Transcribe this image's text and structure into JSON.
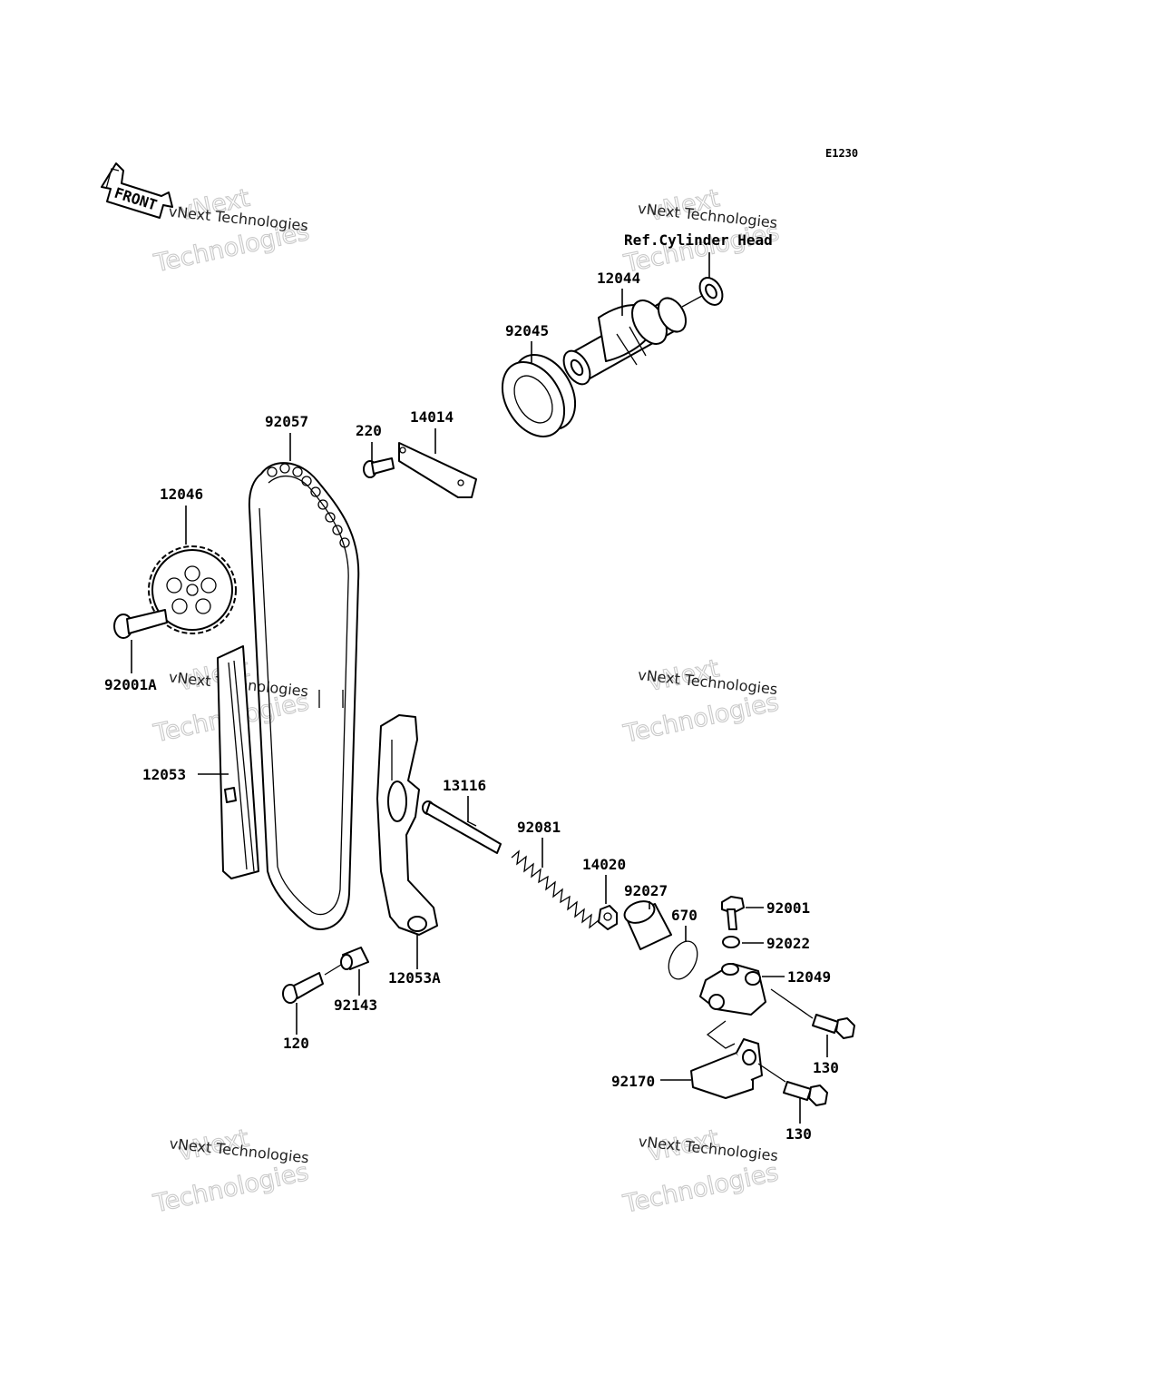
{
  "diagram": {
    "code": "E1230",
    "front_label": "FRONT",
    "ref_note": "Ref.Cylinder Head",
    "watermark": {
      "line1": "vNext",
      "line2": "vNext Technologies",
      "line3": "Technologies"
    },
    "callouts": {
      "p12044": "12044",
      "p92045": "92045",
      "p92057": "92057",
      "p220": "220",
      "p14014": "14014",
      "p12046": "12046",
      "p92001A": "92001A",
      "p12053": "12053",
      "p13116": "13116",
      "p92081": "92081",
      "p14020": "14020",
      "p92027": "92027",
      "p670": "670",
      "p92001": "92001",
      "p92022": "92022",
      "p12049": "12049",
      "p130a": "130",
      "p130b": "130",
      "p92170": "92170",
      "p12053A": "12053A",
      "p92143": "92143",
      "p120": "120"
    }
  }
}
